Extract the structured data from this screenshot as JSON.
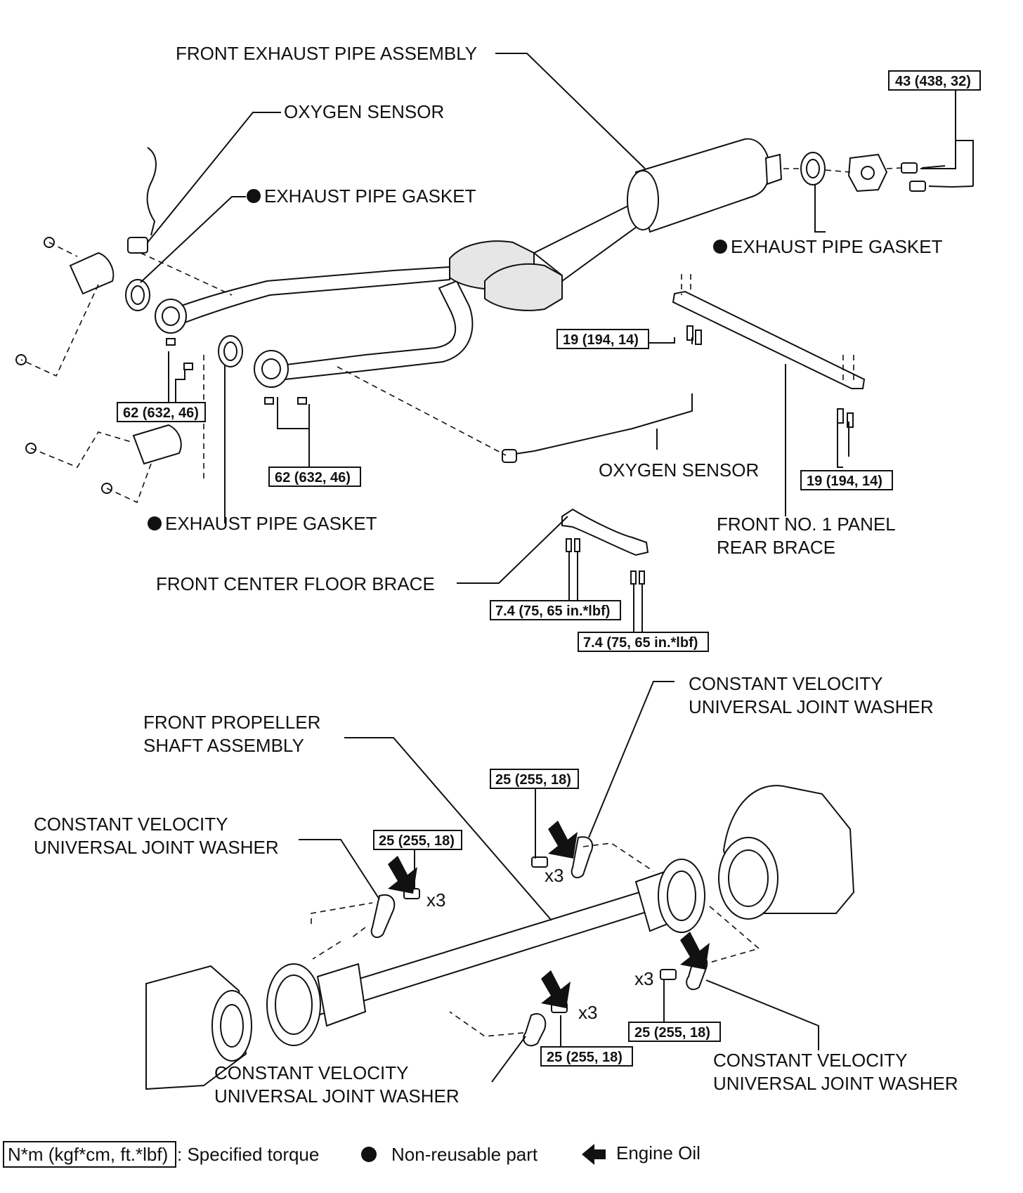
{
  "labels": {
    "front_exhaust_pipe_assembly": "FRONT EXHAUST PIPE ASSEMBLY",
    "oxygen_sensor_top": "OXYGEN SENSOR",
    "exhaust_pipe_gasket_left": "EXHAUST PIPE GASKET",
    "exhaust_pipe_gasket_right": "EXHAUST PIPE GASKET",
    "exhaust_pipe_gasket_bottom": "EXHAUST PIPE GASKET",
    "oxygen_sensor_lower": "OXYGEN SENSOR",
    "front_no1_panel_rear_brace_line1": "FRONT NO. 1 PANEL",
    "front_no1_panel_rear_brace_line2": "REAR BRACE",
    "front_center_floor_brace": "FRONT CENTER FLOOR BRACE",
    "front_propeller_shaft_line1": "FRONT PROPELLER",
    "front_propeller_shaft_line2": "SHAFT ASSEMBLY",
    "cv_washer_top_right_line1": "CONSTANT VELOCITY",
    "cv_washer_top_right_line2": "UNIVERSAL JOINT WASHER",
    "cv_washer_left_line1": "CONSTANT VELOCITY",
    "cv_washer_left_line2": "UNIVERSAL JOINT WASHER",
    "cv_washer_bottom_mid_line1": "CONSTANT VELOCITY",
    "cv_washer_bottom_mid_line2": "UNIVERSAL JOINT WASHER",
    "cv_washer_bottom_right_line1": "CONSTANT VELOCITY",
    "cv_washer_bottom_right_line2": "UNIVERSAL JOINT WASHER",
    "x3": "x3"
  },
  "torques": {
    "t43": "43 (438, 32)",
    "t19_left": "19 (194, 14)",
    "t19_right": "19 (194, 14)",
    "t62_left": "62 (632, 46)",
    "t62_mid": "62 (632, 46)",
    "t74_top": "7.4 (75, 65 in.*lbf)",
    "t74_bottom": "7.4 (75, 65 in.*lbf)",
    "t25_top": "25 (255, 18)",
    "t25_left": "25 (255, 18)",
    "t25_bottom_mid": "25 (255, 18)",
    "t25_bottom_right": "25 (255, 18)"
  },
  "legend": {
    "torque_box": "N*m (kgf*cm, ft.*lbf)",
    "torque_text": ": Specified torque",
    "nonreusable": "Non-reusable part",
    "engine_oil": "Engine Oil"
  }
}
